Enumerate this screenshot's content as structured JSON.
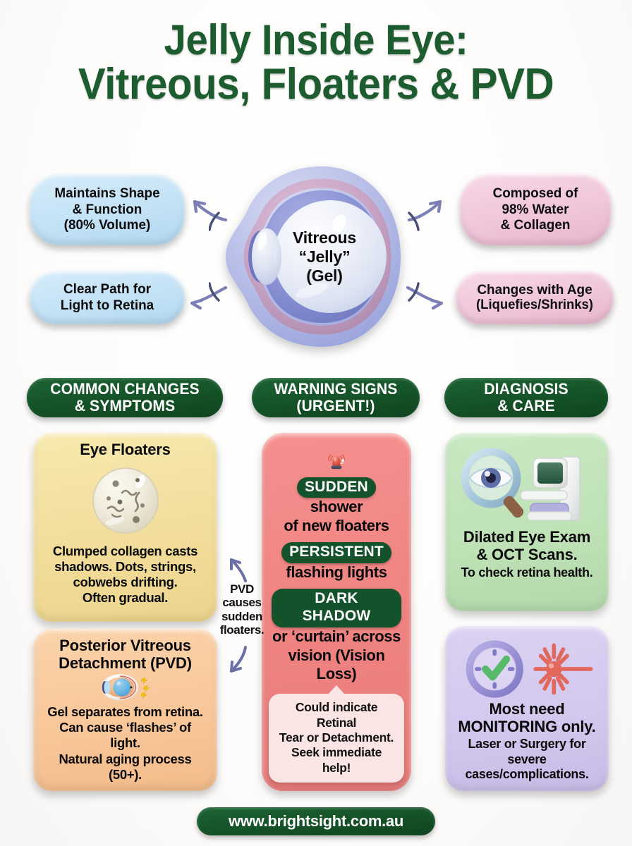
{
  "title": {
    "line1": "Jelly Inside Eye:",
    "line2": "Vitreous, Floaters & PVD",
    "color": "#1c5c2e"
  },
  "diagram": {
    "center_label_line1": "Vitreous",
    "center_label_line2": "“Jelly”",
    "center_label_line3": "(Gel)",
    "left_notes": [
      {
        "line1": "Maintains Shape",
        "line2": "& Function",
        "line3": "(80% Volume)",
        "color": "#c3e2f6"
      },
      {
        "line1": "Clear Path for",
        "line2": "Light to Retina",
        "color": "#c3e2f6"
      }
    ],
    "right_notes": [
      {
        "line1": "Composed of",
        "line2": "98% Water",
        "line3": "& Collagen",
        "color": "#f0c6da"
      },
      {
        "line1": "Changes with Age",
        "line2": "(Liquefies/Shrinks)",
        "color": "#f0c6da"
      }
    ]
  },
  "sections": {
    "common": {
      "line1": "COMMON CHANGES",
      "line2": "& SYMPTOMS"
    },
    "warning": {
      "line1": "WARNING SIGNS",
      "line2": "(URGENT!)"
    },
    "diagnosis": {
      "line1": "DIAGNOSIS",
      "line2": "& CARE"
    },
    "header_color": "#145026"
  },
  "cards": {
    "floaters": {
      "title": "Eye Floaters",
      "body_line1": "Clumped collagen casts",
      "body_line2": "shadows. Dots, strings,",
      "body_line3": "cobwebs drifting.",
      "body_line4": "Often gradual.",
      "color": "#f2dd9b"
    },
    "pvd": {
      "title_line1": "Posterior Vitreous",
      "title_line2": "Detachment (PVD)",
      "body_line1": "Gel separates from retina.",
      "body_line2": "Can cause ‘flashes’ of light.",
      "body_line3": "Natural aging process (50+).",
      "color": "#f8c79a"
    },
    "warning": {
      "color": "#f08482",
      "signs": [
        {
          "keyword": "SUDDEN",
          "rest": " shower",
          "line2": "of new floaters"
        },
        {
          "keyword": "PERSISTENT",
          "rest": "",
          "line2": "flashing lights"
        },
        {
          "keyword": "DARK SHADOW",
          "rest": "",
          "line2": "or ‘curtain’ across",
          "line3": "vision (Vision Loss)"
        }
      ],
      "bubble_line1": "Could indicate Retinal",
      "bubble_line2": "Tear or Detachment.",
      "bubble_line3": "Seek immediate help!"
    },
    "diagnosis": {
      "body_line1": "Dilated Eye Exam",
      "body_line2": "& OCT Scans.",
      "body_line3": "To check retina health.",
      "color": "#bfe2b7"
    },
    "monitoring": {
      "body_line1": "Most need",
      "body_line2": "MONITORING only.",
      "body_line3": "Laser or Surgery for",
      "body_line4": "severe",
      "body_line5": "cases/complications.",
      "color": "#d3c8ee"
    }
  },
  "connector": {
    "line1": "PVD",
    "line2": "causes",
    "line3": "sudden",
    "line4": "floaters."
  },
  "footer": {
    "url": "www.brightsight.com.au"
  }
}
